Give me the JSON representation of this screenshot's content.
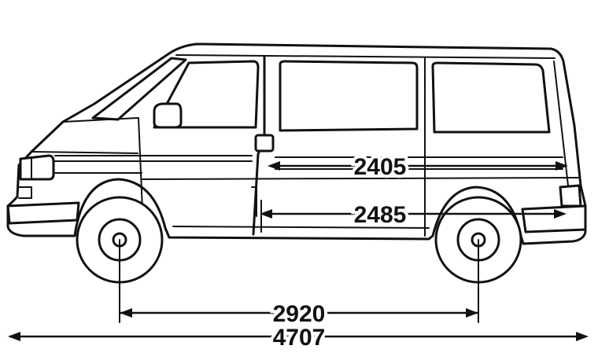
{
  "dimensions": {
    "interior_upper": "2405",
    "interior_lower": "2485",
    "wheelbase": "2920",
    "overall_length": "4707"
  }
}
